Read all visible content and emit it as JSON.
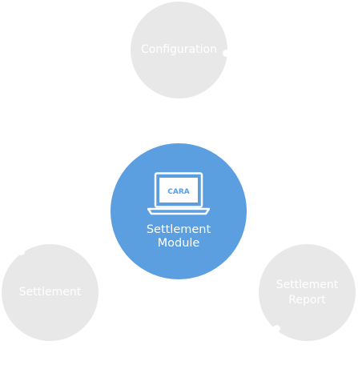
{
  "diagram": {
    "center": {
      "badge": "CARA",
      "label_line1": "Settlement",
      "label_line2": "Module",
      "color": "#5b9fe0"
    },
    "nodes": [
      {
        "label_line1": "Configuration",
        "label_line2": ""
      },
      {
        "label_line1": "Settlement",
        "label_line2": ""
      },
      {
        "label_line1": "Settlement",
        "label_line2": "Report"
      }
    ],
    "node_color": "#e8e8e8",
    "icon": "laptop-icon"
  }
}
